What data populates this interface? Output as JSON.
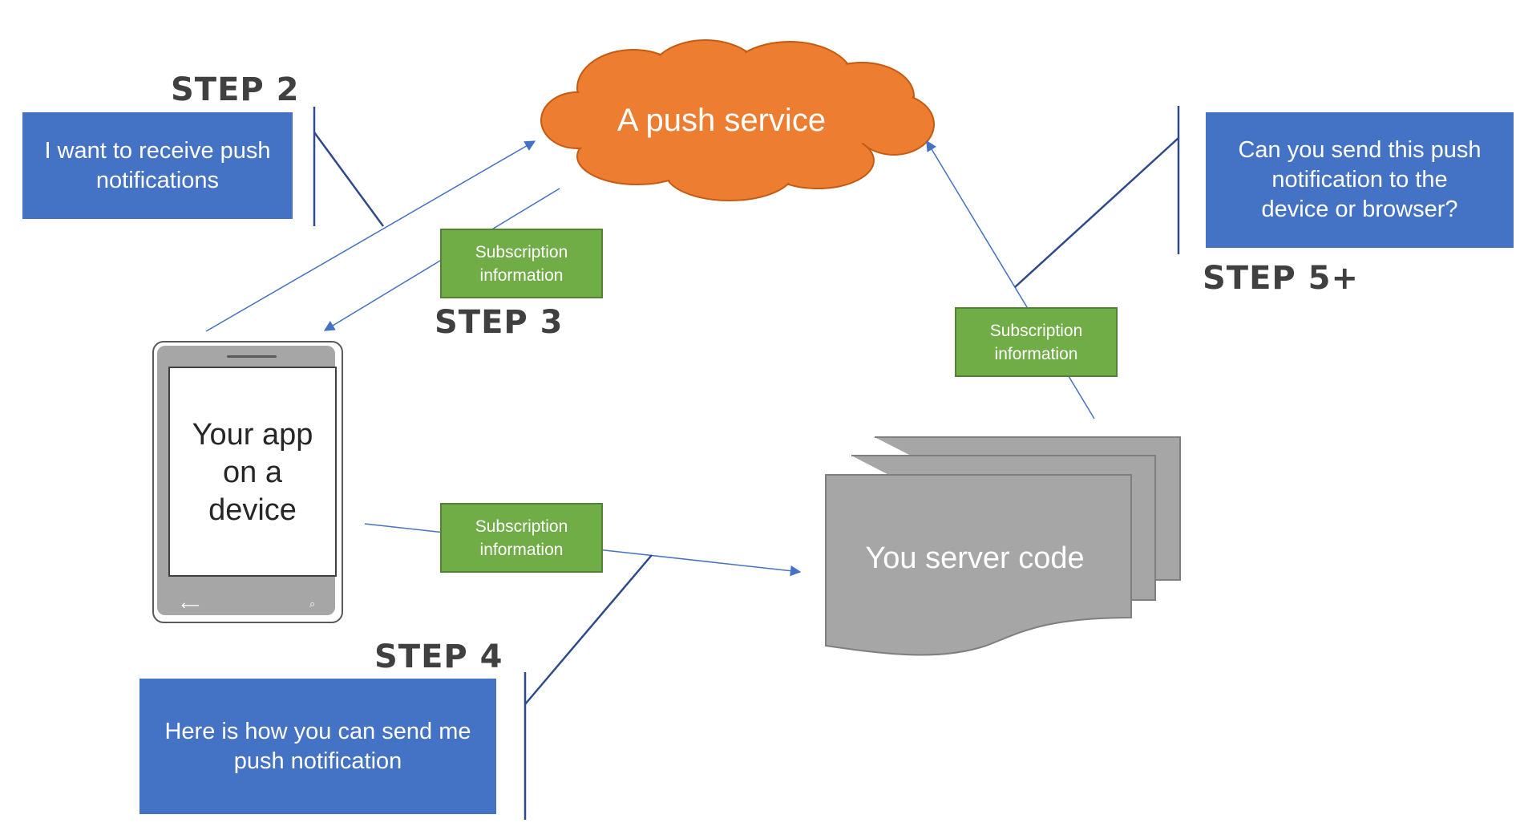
{
  "cloud": {
    "label": "A push service",
    "color": "#ed7d31"
  },
  "phone": {
    "line1": "Your app",
    "line2": "on a",
    "line3": "device",
    "back_icon": "⟵",
    "search_icon": "⌕"
  },
  "server": {
    "label": "You server code",
    "color": "#a6a6a6"
  },
  "steps": {
    "step2": "STEP 2",
    "step3": "STEP 3",
    "step4": "STEP 4",
    "step5": "STEP 5+"
  },
  "callouts": {
    "step2": {
      "line1": "I want to receive push",
      "line2": "notifications"
    },
    "step4": {
      "line1": "Here is how you can send me",
      "line2": "push notification"
    },
    "step5": {
      "line1": "Can you send this push",
      "line2": "notification to the",
      "line3": "device or browser?"
    }
  },
  "subscription": {
    "a": {
      "line1": "Subscription",
      "line2": "information"
    },
    "b": {
      "line1": "Subscription",
      "line2": "information"
    },
    "c": {
      "line1": "Subscription",
      "line2": "information"
    }
  },
  "colors": {
    "callout": "#4472c4",
    "subscription": "#70ad47",
    "step_text": "#404040",
    "arrow": "#4472c4",
    "callout_line": "#2f4a8a"
  }
}
